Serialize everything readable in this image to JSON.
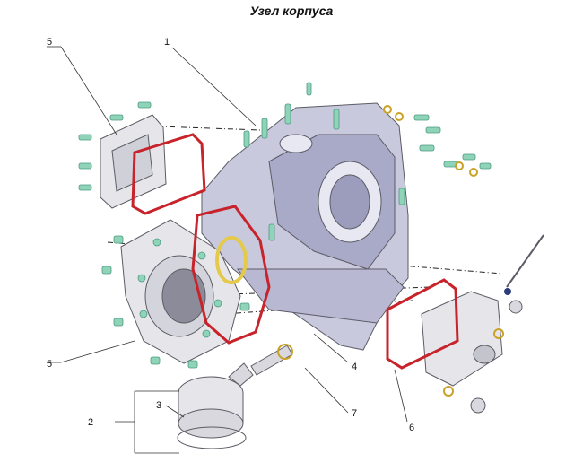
{
  "title": "Узел корпуса",
  "callouts": [
    {
      "label": "1"
    },
    {
      "label": "5"
    },
    {
      "label": "5"
    },
    {
      "label": "2"
    },
    {
      "label": "3"
    },
    {
      "label": "4"
    },
    {
      "label": "7"
    },
    {
      "label": "6"
    }
  ],
  "colors": {
    "housing": "#c9c9de",
    "housing_shade": "#a9a9c8",
    "gasket": "#c8232b",
    "bolt": "#8fd4b8",
    "plate": "#e6e6ea"
  }
}
